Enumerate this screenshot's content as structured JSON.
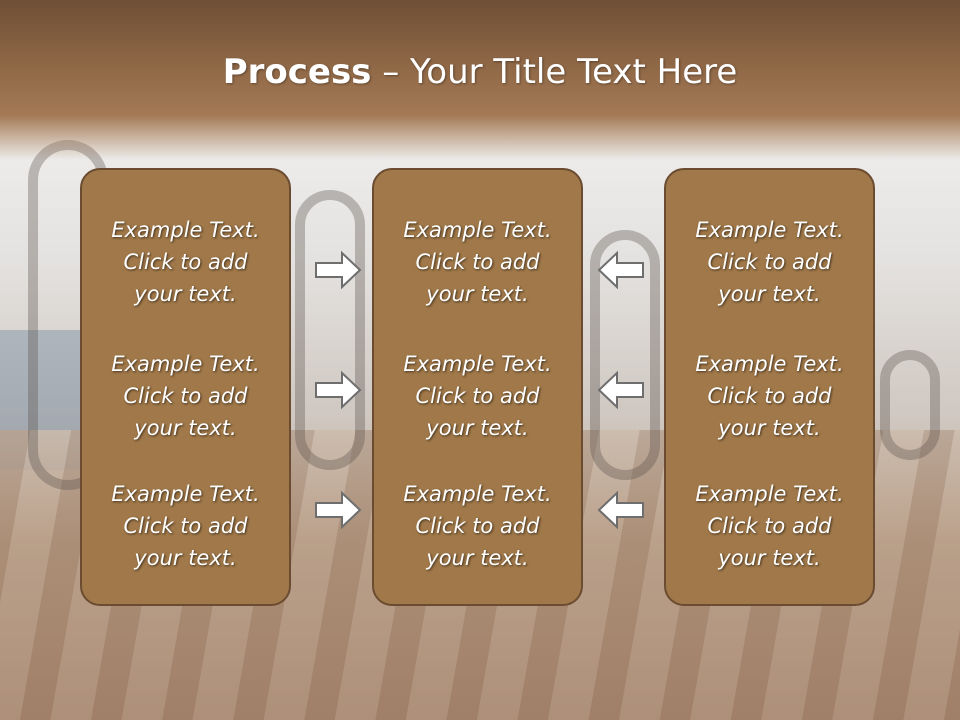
{
  "slide": {
    "title_bold": "Process",
    "title_rest": " – Your Title Text Here"
  },
  "columns": [
    {
      "items": [
        "Example Text.\nClick  to add\nyour text.",
        "Example Text.\nClick  to add\nyour text.",
        "Example Text.\nClick  to add\nyour text."
      ]
    },
    {
      "items": [
        "Example Text.\nClick  to add\nyour text.",
        "Example Text.\nClick  to add\nyour text.",
        "Example Text.\nClick  to add\nyour text."
      ]
    },
    {
      "items": [
        "Example Text.\nClick  to add\nyour text.",
        "Example Text.\nClick  to add\nyour text.",
        "Example Text.\nClick  to add\nyour text."
      ]
    }
  ],
  "colors": {
    "header": "#8e6746",
    "panel": "#a07849",
    "panel_border": "#6b4c30"
  },
  "icons": {
    "left_arrows": "right-arrow-outline-icon",
    "right_arrows": "left-arrow-outline-icon"
  }
}
